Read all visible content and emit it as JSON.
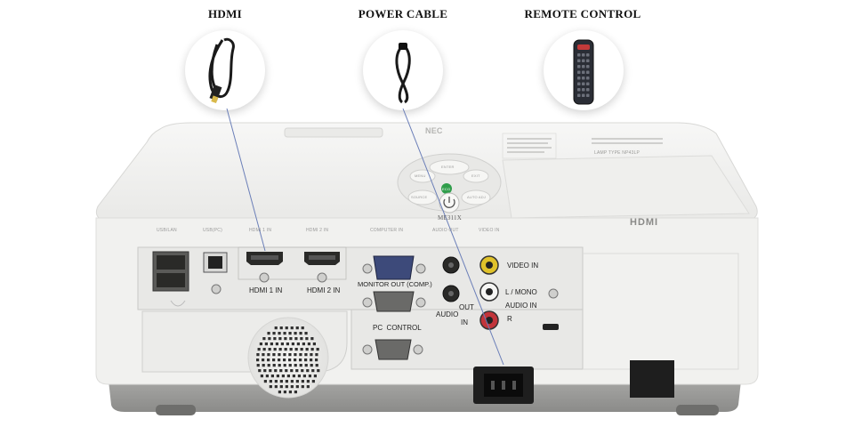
{
  "accessories": [
    {
      "label": "HDMI",
      "icon": "hdmi-cable-icon"
    },
    {
      "label": "POWER CABLE",
      "icon": "power-cable-icon"
    },
    {
      "label": "REMOTE CONTROL",
      "icon": "remote-control-icon"
    }
  ],
  "panel_labels": {
    "usb_lan": "USB/LAN",
    "usb_pc": "USB(PC)",
    "hdmi1_top": "HDMI 1 IN",
    "hdmi2_top": "HDMI 2 IN",
    "computer_in": "COMPUTER IN",
    "audio_out_top": "AUDIO OUT",
    "video_in_top": "VIDEO IN"
  },
  "ports": {
    "hdmi1": "HDMI 1 IN",
    "hdmi2": "HDMI 2 IN",
    "monitor_out": "MONITOR OUT (COMP.)",
    "pc_control": "PC  CONTROL",
    "video_in": "VIDEO IN",
    "l_mono": "L / MONO",
    "audio_in": "AUDIO IN",
    "r": "R",
    "audio": "AUDIO",
    "out": "OUT",
    "in": "IN"
  },
  "device": {
    "brand": "NEC",
    "model": "ME311X",
    "hdmi_logo": "HDMI",
    "lamp": "LAMP TYPE  NP43LP",
    "buttons": {
      "enter": "ENTER",
      "menu": "MENU",
      "exit": "EXIT",
      "eco": "ECO",
      "source": "SOURCE",
      "auto_adj": "AUTO ADJ"
    }
  },
  "colors": {
    "body": "#f2f2f0",
    "panel": "#e6e6e4",
    "base": "#9a9a98",
    "line": "#6b7fb8"
  }
}
